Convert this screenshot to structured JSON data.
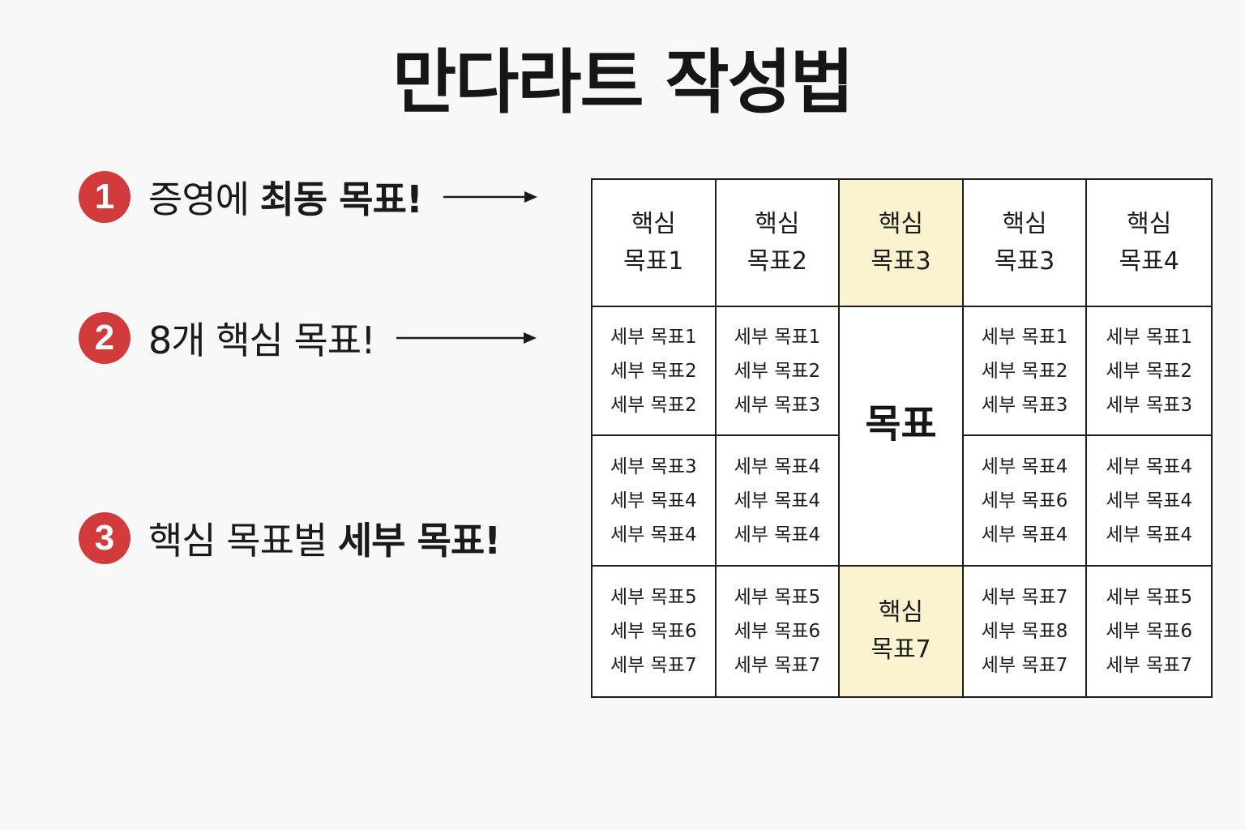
{
  "title": "만다라트 작성법",
  "steps": [
    {
      "number": "1",
      "text_normal": "증영에 ",
      "text_bold": "최동 목표!"
    },
    {
      "number": "2",
      "text_normal": "8개 핵심 목표!",
      "text_bold": ""
    },
    {
      "number": "3",
      "text_normal": "핵심 목표벌 ",
      "text_bold": "세부 목표!"
    }
  ],
  "grid": {
    "row1": [
      {
        "line1": "핵심",
        "line2": "목표1"
      },
      {
        "line1": "핵심",
        "line2": "목표2"
      },
      {
        "line1": "핵심",
        "line2": "목표3"
      },
      {
        "line1": "핵심",
        "line2": "목표3"
      },
      {
        "line1": "핵심",
        "line2": "목표4"
      }
    ],
    "row2": [
      [
        "세부 목표1",
        "세부 목표2",
        "세부 목표2"
      ],
      [
        "세부 목표1",
        "세부 목표2",
        "세부 목표3"
      ],
      [
        "세부 목표1",
        "세부 목표2",
        "세부 목표3"
      ],
      [
        "세부 목표1",
        "세부 목표2",
        "세부 목표3"
      ]
    ],
    "row3": [
      [
        "세부 목표3",
        "세부 목표4",
        "세부 목표4"
      ],
      [
        "세부 목표4",
        "세부 목표4",
        "세부 목표4"
      ],
      [
        "세부 목표4",
        "세부 목표6",
        "세부 목표4"
      ],
      [
        "세부 목표4",
        "세부 목표4",
        "세부 목표4"
      ]
    ],
    "row4": [
      [
        "세부 목표5",
        "세부 목표6",
        "세부 목표7"
      ],
      [
        "세부 목표5",
        "세부 목표6",
        "세부 목표7"
      ],
      {
        "line1": "핵심",
        "line2": "목표7"
      },
      [
        "세부 목표7",
        "세부 목표8",
        "세부 목표7"
      ],
      [
        "세부 목표5",
        "세부 목표6",
        "세부 목표7"
      ]
    ],
    "center": "목표"
  },
  "colors": {
    "badge": "#d23b3b",
    "highlight": "#fbf3cf",
    "border": "#1d1d1d"
  }
}
